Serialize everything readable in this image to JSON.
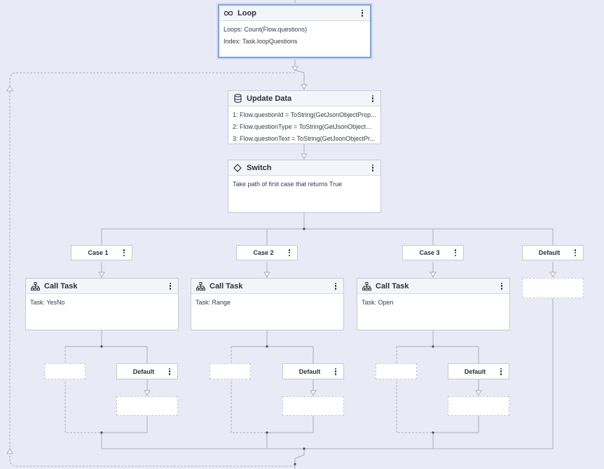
{
  "loop": {
    "title": "Loop",
    "lines": [
      "Loops: Count(Flow.questions)",
      "Index: Task.loopQuestions"
    ]
  },
  "update": {
    "title": "Update Data",
    "lines": [
      "1: Flow.questionId = ToString(GetJsonObjectProp...",
      "2: Flow.questionType = ToString(GetJsonObjectPr...",
      "3: Flow.questionText = ToString(GetJsonObjectPr..."
    ]
  },
  "switch": {
    "title": "Switch",
    "desc": "Take path of first case that returns True"
  },
  "cases": [
    {
      "label": "Case 1",
      "task_title": "Call Task",
      "task_desc": "Task: YesNo",
      "inner_default": "Default"
    },
    {
      "label": "Case 2",
      "task_title": "Call Task",
      "task_desc": "Task: Range",
      "inner_default": "Default"
    },
    {
      "label": "Case 3",
      "task_title": "Call Task",
      "task_desc": "Task: Open",
      "inner_default": "Default"
    }
  ],
  "default_case": {
    "label": "Default"
  },
  "colors": {
    "background": "#eaeaf6",
    "connector": "#a9adbc",
    "selected": "#7da4ea"
  }
}
